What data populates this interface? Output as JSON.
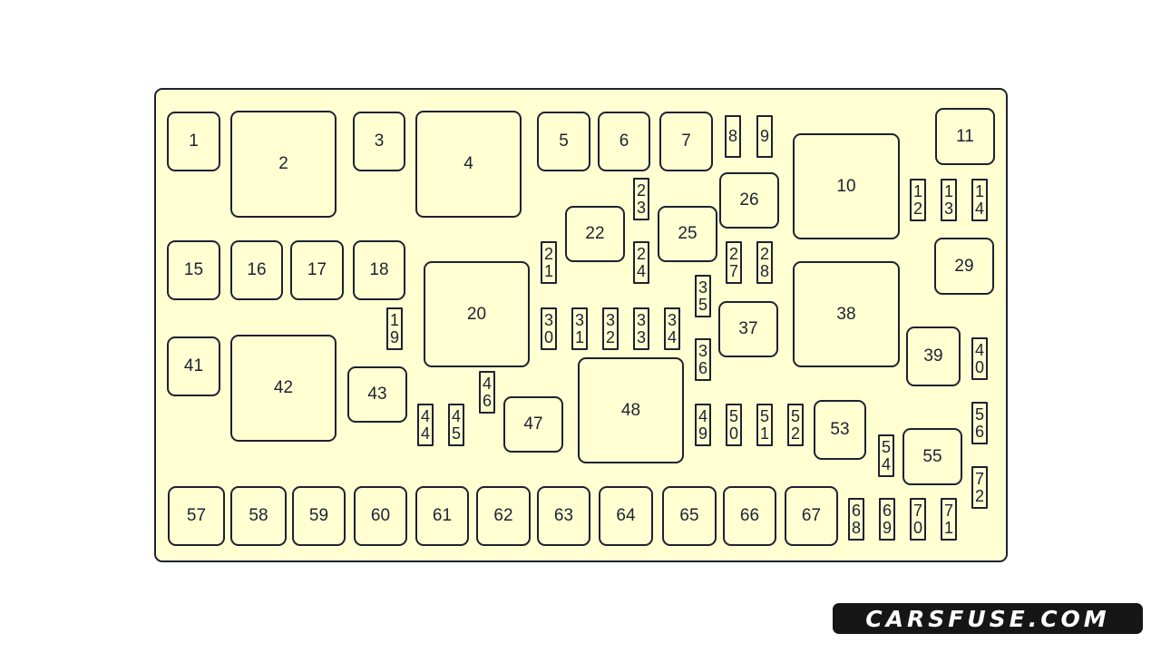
{
  "diagram": {
    "title": "Fuse box layout",
    "fuses": [
      "1",
      "2",
      "3",
      "4",
      "5",
      "6",
      "7",
      "8",
      "9",
      "10",
      "11",
      "12",
      "13",
      "14",
      "15",
      "16",
      "17",
      "18",
      "19",
      "20",
      "21",
      "22",
      "23",
      "24",
      "25",
      "26",
      "27",
      "28",
      "29",
      "30",
      "31",
      "32",
      "33",
      "34",
      "35",
      "36",
      "37",
      "38",
      "39",
      "40",
      "41",
      "42",
      "43",
      "44",
      "45",
      "46",
      "47",
      "48",
      "49",
      "50",
      "51",
      "52",
      "53",
      "54",
      "55",
      "56",
      "57",
      "58",
      "59",
      "60",
      "61",
      "62",
      "63",
      "64",
      "65",
      "66",
      "67",
      "68",
      "69",
      "70",
      "71",
      "72"
    ]
  },
  "watermark": "CARSFUSE.COM",
  "colors": {
    "panel": "#ffffd2",
    "outline": "#1c2230"
  }
}
